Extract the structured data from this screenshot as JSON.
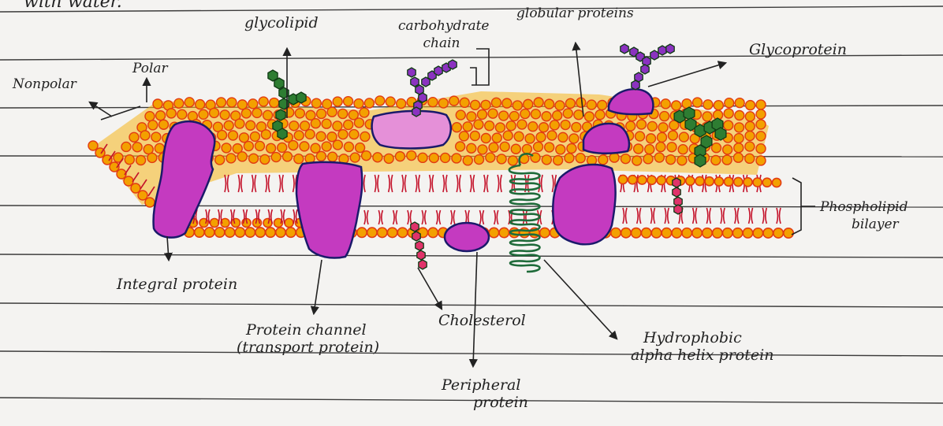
{
  "header_text": "with water.",
  "labels": {
    "glycolipid": "glycolipid",
    "carbohydrate_chain": [
      "carbohydrate",
      "chain"
    ],
    "globular_proteins": "globular proteins",
    "glycoprotein": "Glycoprotein",
    "polar": "Polar",
    "nonpolar": "Nonpolar",
    "phospholipid_bilayer": [
      "Phospholipid",
      "bilayer"
    ],
    "integral_protein": "Integral protein",
    "protein_channel": [
      "Protein channel",
      "(transport protein)"
    ],
    "cholesterol": "Cholesterol",
    "peripheral_protein": [
      "Peripheral",
      "protein"
    ],
    "hydrophobic_helix": [
      "Hydrophobic",
      "alpha helix protein"
    ]
  },
  "colors": {
    "paper": "#f4f3f1",
    "ruled_line": "#1c1c1c",
    "head_fill": "#f3a000",
    "head_stroke": "#e23b12",
    "tail": "#c4122a",
    "protein": "#c43ac0",
    "protein_stroke": "#1a1a6a",
    "glycolipid": "#2e7d32",
    "glycoprotein_chain": "#8b32c0",
    "cholesterol": "#e0336a",
    "helix": "#1f6b3a"
  }
}
